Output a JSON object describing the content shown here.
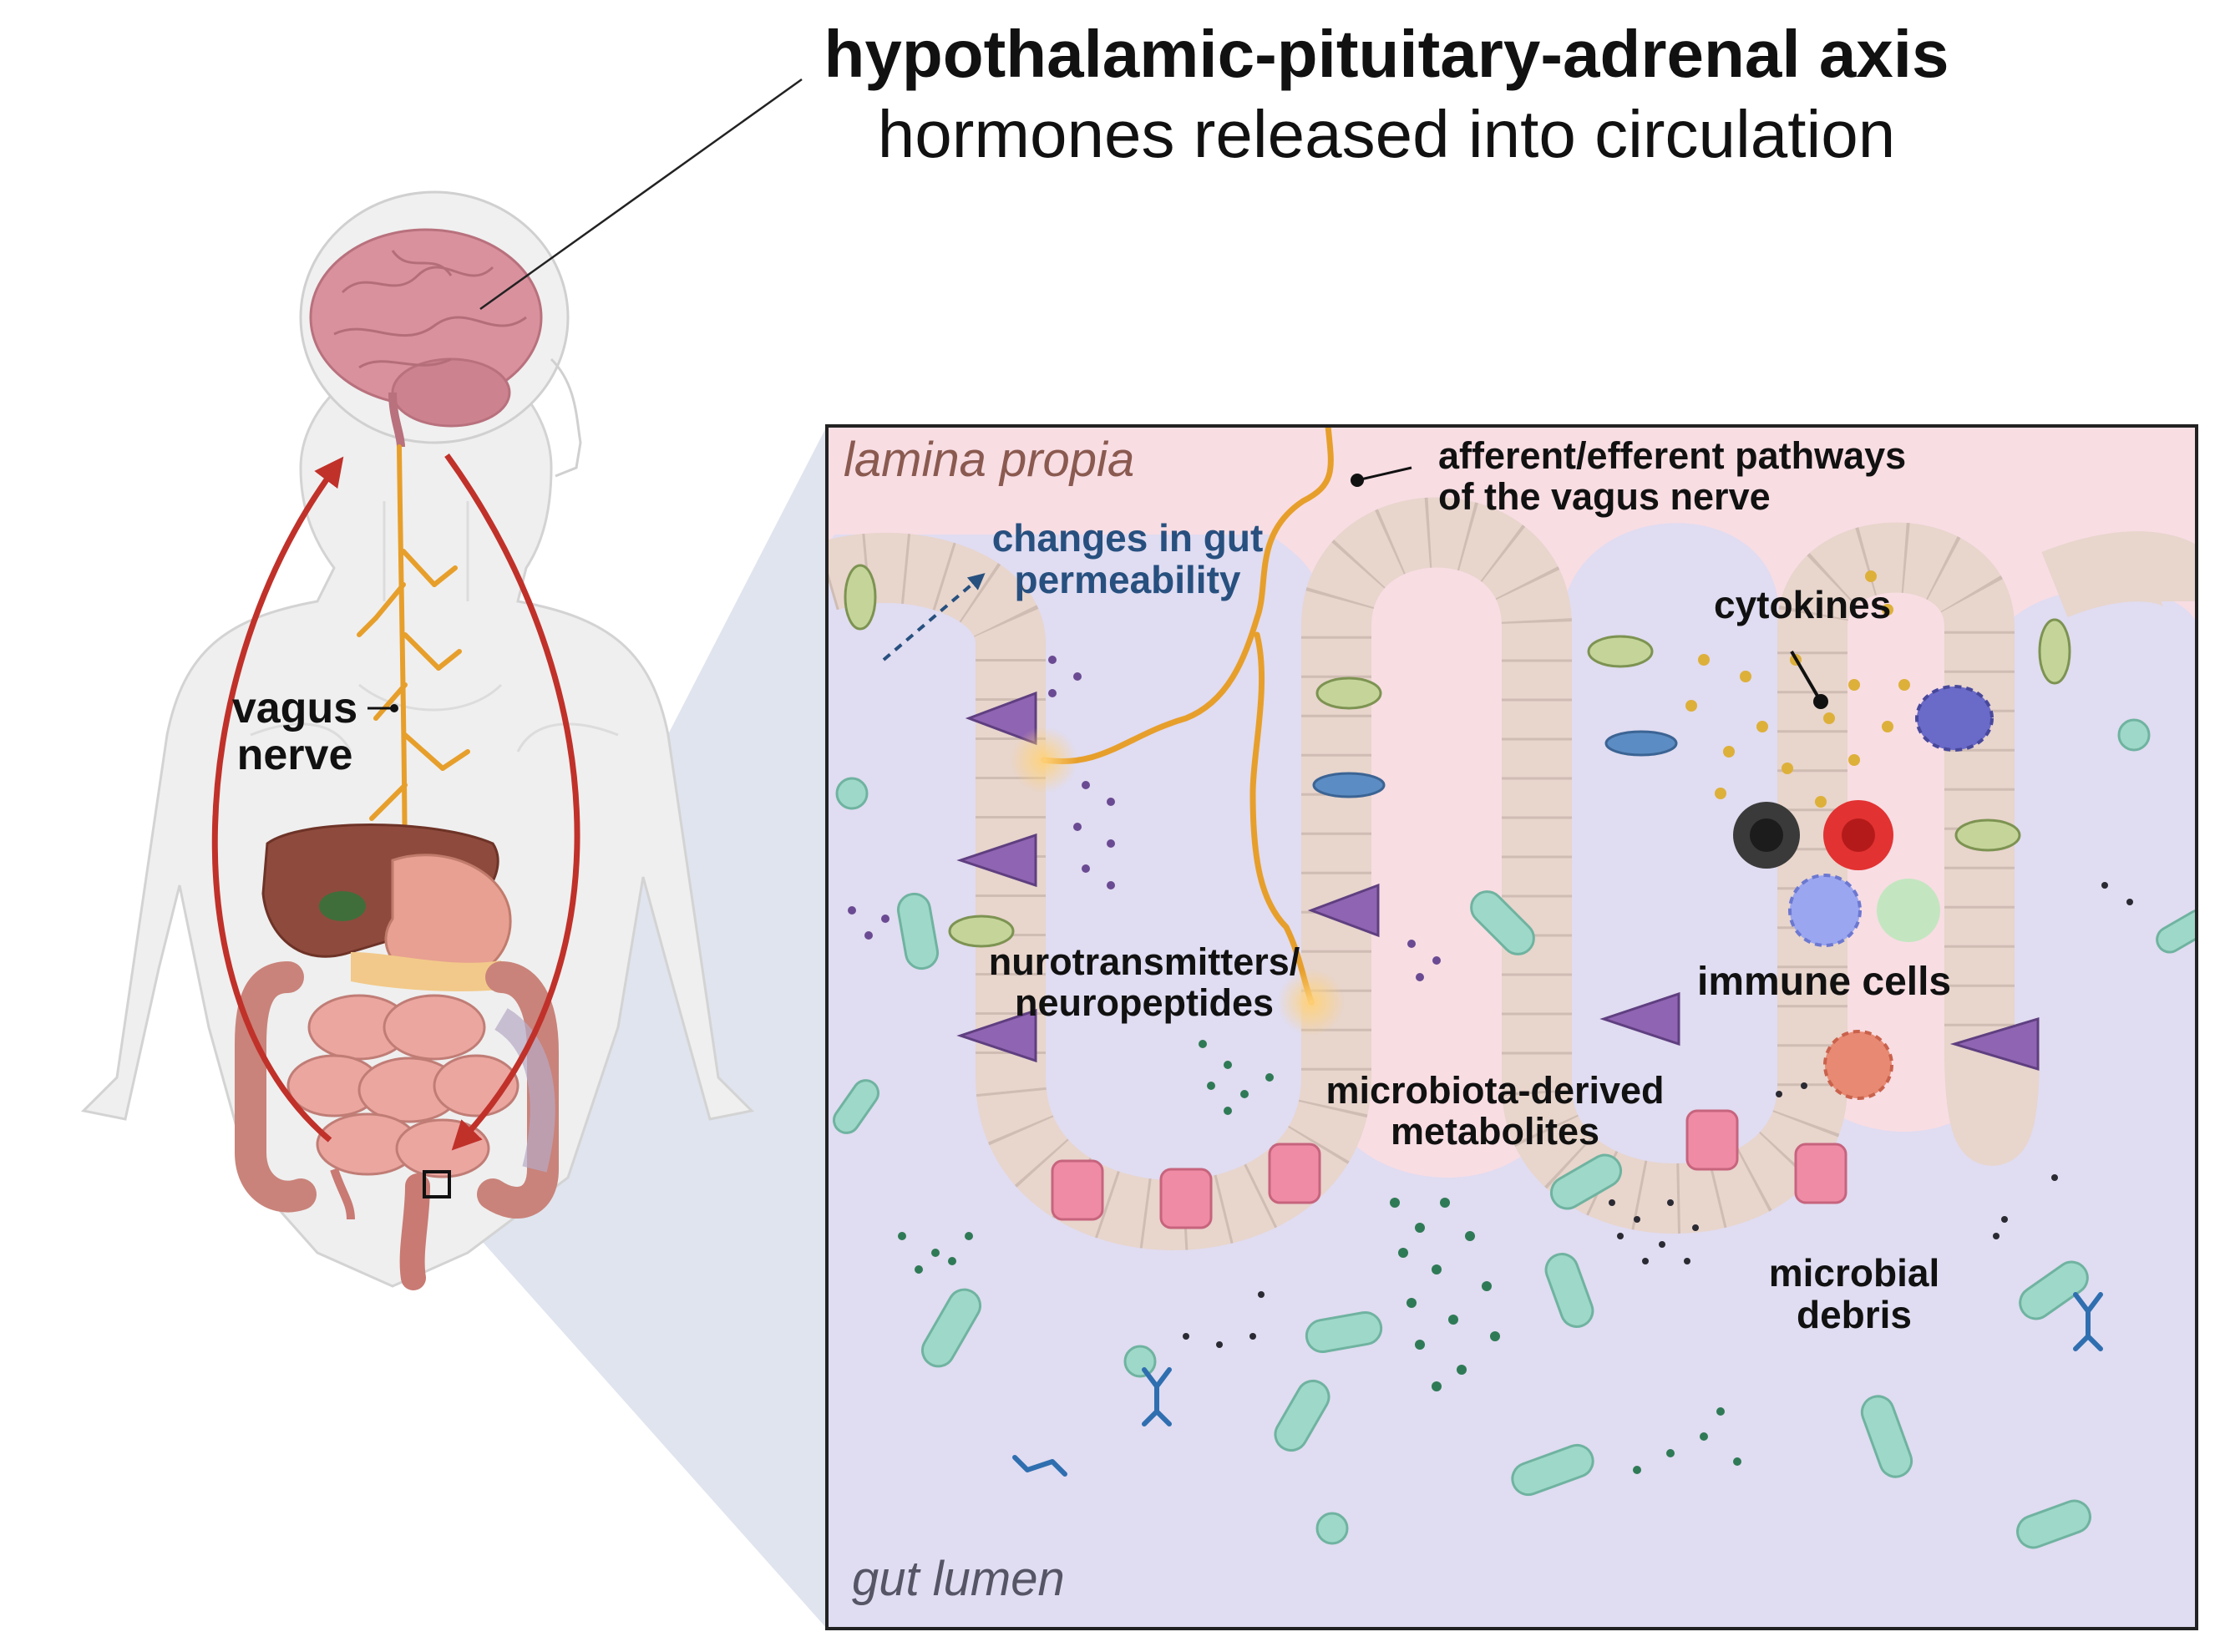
{
  "header": {
    "title": "hypothalamic-pituitary-adrenal axis",
    "subtitle": "hormones released into circulation"
  },
  "body_labels": {
    "vagus_nerve": "vagus\nnerve"
  },
  "inset": {
    "lamina_propia": "lamina propia",
    "gut_lumen": "gut lumen",
    "afferent_efferent": "afferent/efferent pathways\nof the vagus nerve",
    "gut_permeability": "changes in gut\npermeability",
    "cytokines": "cytokines",
    "immune_cells": "immune cells",
    "neurotransmitters": "nurotransmitters/\nneuropeptides",
    "metabolites": "microbiota-derived\nmetabolites",
    "microbial_debris": "microbial\ndebris"
  },
  "colors": {
    "lamina_bg": "#f8dde3",
    "lumen_bg": "#e0dcf1",
    "nerve": "#e79f2b",
    "arrow_red": "#c0312a",
    "permeability_blue": "#27507f",
    "lamina_text": "#8a5a50",
    "lumen_text": "#555566"
  },
  "icons": [
    "brain-icon",
    "human-silhouette-icon",
    "liver-icon",
    "stomach-icon",
    "intestine-icon",
    "zoom-box-icon",
    "bacteria-icon",
    "antibody-icon",
    "immune-cell-icon",
    "enterocyte-icon",
    "goblet-cell-icon",
    "enteroendocrine-cell-icon",
    "paneth-cell-icon"
  ]
}
